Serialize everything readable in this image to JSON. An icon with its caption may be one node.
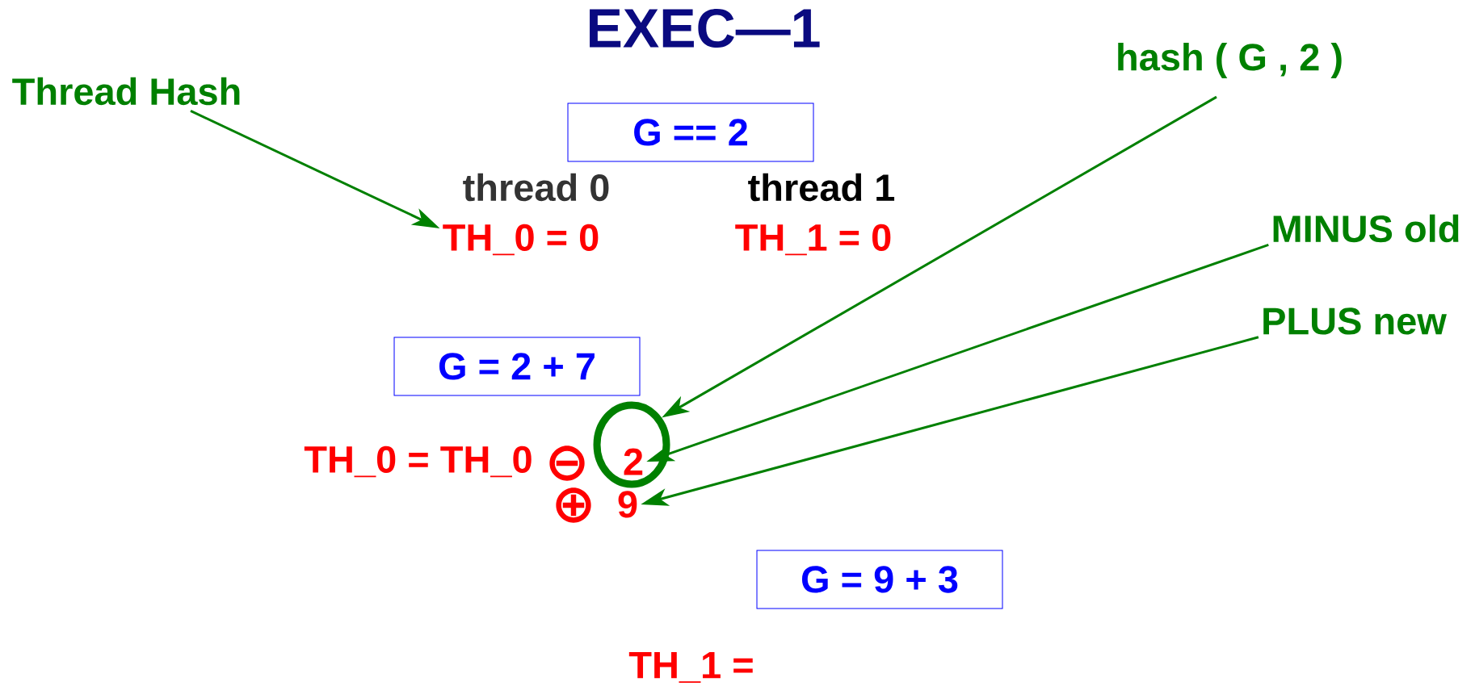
{
  "diagram": {
    "title": "EXEC—1",
    "nodes": [
      {
        "text": [
          "Thread Hash"
        ]
      },
      {
        "text": [
          "G == 2"
        ]
      },
      {
        "text": [
          "TH_0 = 0"
        ]
      },
      {
        "text": [
          "hash ( G , 2 )"
        ]
      },
      {
        "text": [
          "MINUS old"
        ]
      },
      {
        "text": [
          "PLUS new"
        ]
      },
      {
        "text": [
          "G = 2 + 7"
        ]
      },
      {
        "text": [],
        "shape": "circle"
      },
      {
        "text": [
          "2"
        ],
        "in": 7
      },
      {
        "text": [
          "9"
        ]
      },
      {
        "text": [
          "G = 9 + 3"
        ]
      }
    ],
    "edges": [
      {
        "from": 0,
        "to": 2,
        "arrow": "to"
      },
      {
        "from": 3,
        "to": 7,
        "arrow": "to"
      },
      {
        "from": 4,
        "to": 8,
        "arrow": "to"
      },
      {
        "from": 5,
        "to": 9,
        "arrow": "to"
      }
    ],
    "labels": [
      "thread 0",
      "thread 1",
      "TH_1 = 0",
      "TH_0 = TH_0",
      "⊖",
      "⊕",
      "TH_1 ="
    ]
  }
}
